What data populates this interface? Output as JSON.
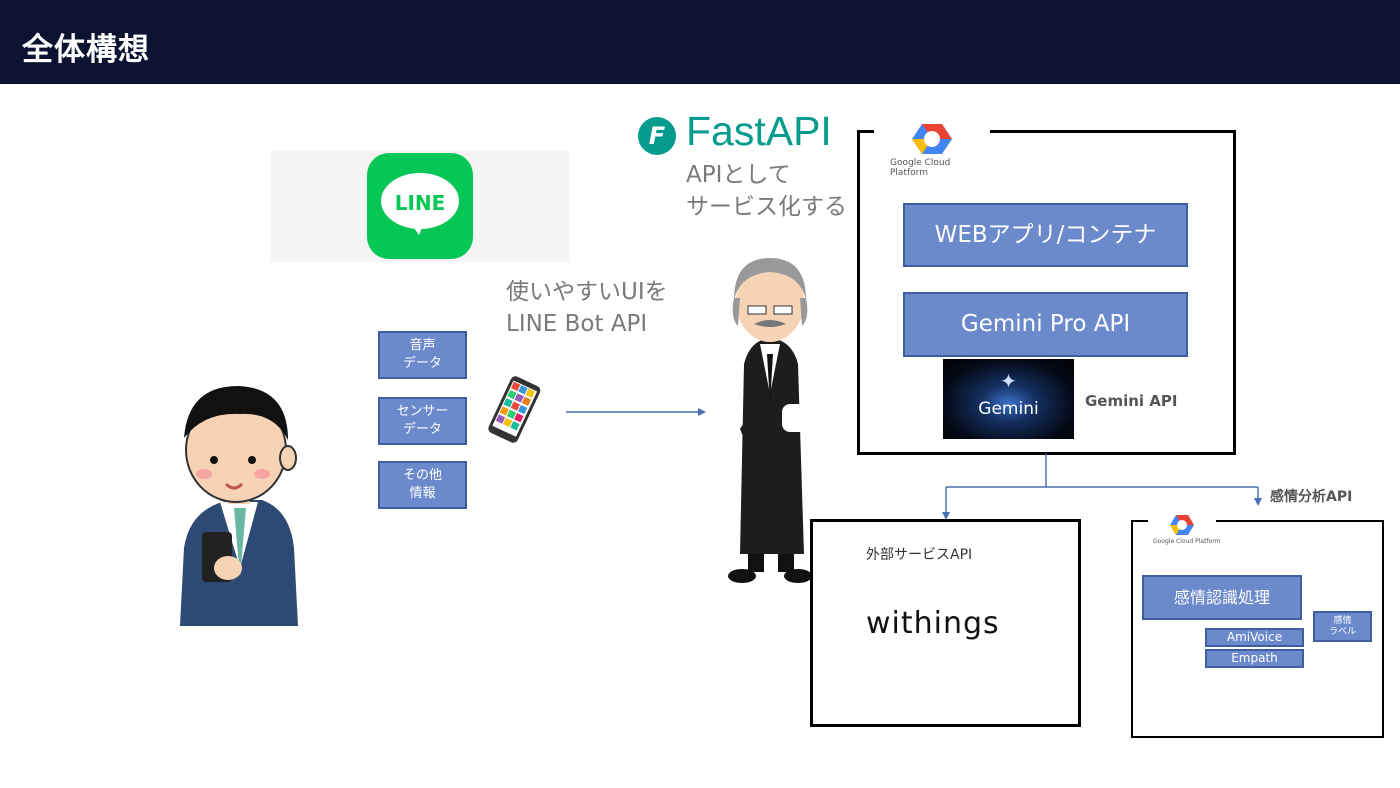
{
  "header": {
    "title": "全体構想"
  },
  "line": {
    "logo_text": "LINE"
  },
  "left_caption": {
    "line1": "使いやすいUIを",
    "line2": "LINE Bot API"
  },
  "data_boxes": [
    {
      "line1": "音声",
      "line2": "データ"
    },
    {
      "line1": "センサー",
      "line2": "データ"
    },
    {
      "line1": "その他",
      "line2": "情報"
    }
  ],
  "fastapi": {
    "name": "FastAPI",
    "caption_line1": "APIとして",
    "caption_line2": "サービス化する"
  },
  "gcp_main": {
    "platform_label": "Google Cloud Platform",
    "box1": "WEBアプリ/コンテナ",
    "box2": "Gemini Pro API",
    "gemini_logo_text": "Gemini",
    "gemini_label": "Gemini API"
  },
  "emotion_label": "感情分析API",
  "external": {
    "title": "外部サービスAPI",
    "brand": "withings"
  },
  "gcp_small": {
    "platform_label": "Google Cloud Platform",
    "main_box": "感情認識処理",
    "amivoice": "AmiVoice",
    "empath": "Empath",
    "label_line1": "感情",
    "label_line2": "ラベル"
  },
  "colors": {
    "header": "#0c1331",
    "line_green": "#06c755",
    "fastapi_teal": "#059c8e",
    "box_blue": "#6b8acb"
  }
}
